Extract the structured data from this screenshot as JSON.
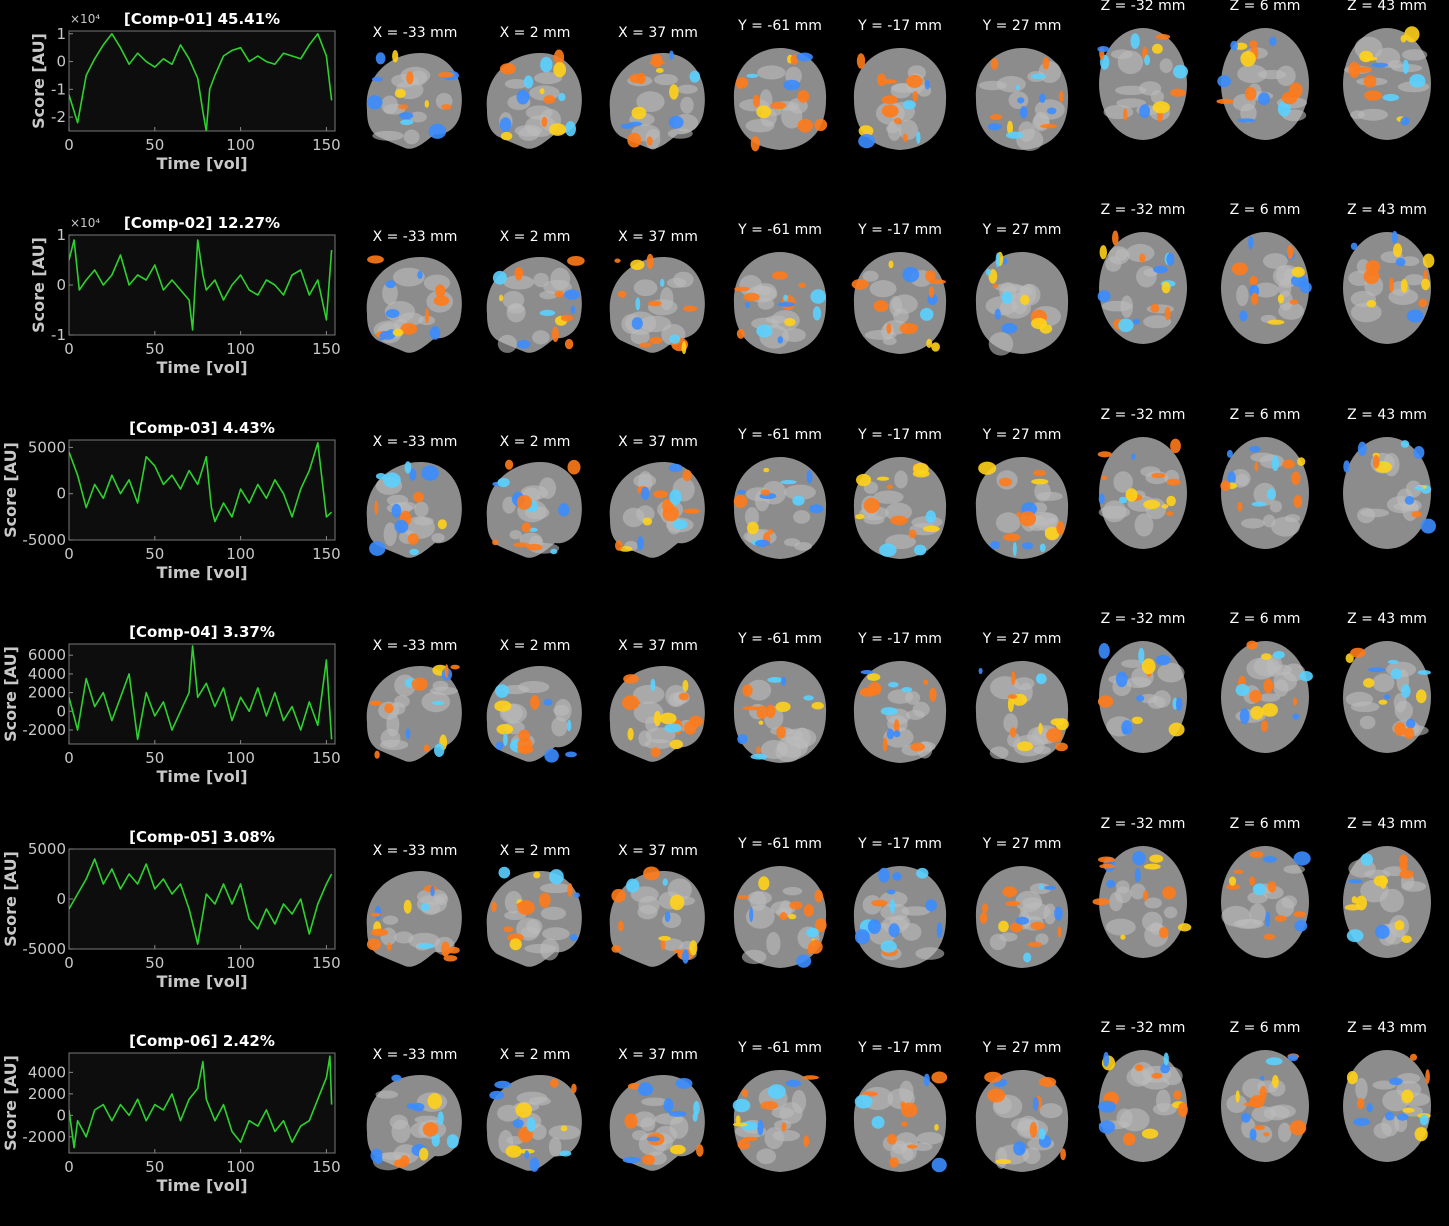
{
  "colors": {
    "background": "#000000",
    "axes_bg": "#0d0d0d",
    "trace": "#2ed12e",
    "text": "#c8c8c8",
    "title": "#ffffff",
    "pos_activation": "#ff7a1a",
    "neg_activation": "#3a8cff"
  },
  "slice_labels": [
    "X = -33 mm",
    "X = 2 mm",
    "X = 37 mm",
    "Y = -61 mm",
    "Y = -17 mm",
    "Y = 27 mm",
    "Z = -32 mm",
    "Z = 6 mm",
    "Z = 43 mm"
  ],
  "chart_data": [
    {
      "type": "line",
      "title": "[Comp-01] 45.41%",
      "xlabel": "Time [vol]",
      "ylabel": "Score [AU]",
      "exponent_label": "×10⁴",
      "xlim": [
        0,
        155
      ],
      "ylim": [
        -2.5,
        1.1
      ],
      "xticks": [
        0,
        50,
        100,
        150
      ],
      "yticks": [
        -2,
        -1,
        0,
        1
      ],
      "ytick_labels": [
        "-2",
        "-1",
        "0",
        "1"
      ],
      "x": [
        0,
        5,
        10,
        15,
        20,
        25,
        30,
        35,
        40,
        45,
        50,
        55,
        60,
        65,
        70,
        75,
        78,
        80,
        82,
        85,
        90,
        95,
        100,
        105,
        110,
        115,
        120,
        125,
        130,
        135,
        140,
        145,
        150,
        153
      ],
      "y": [
        -1.2,
        -2.2,
        -0.5,
        0.1,
        0.6,
        1.0,
        0.5,
        -0.1,
        0.3,
        0.0,
        -0.2,
        0.1,
        -0.1,
        0.6,
        0.1,
        -0.6,
        -1.8,
        -2.5,
        -1.0,
        -0.5,
        0.2,
        0.4,
        0.5,
        0.0,
        0.2,
        0.0,
        -0.1,
        0.3,
        0.2,
        0.1,
        0.6,
        1.0,
        0.2,
        -1.4
      ]
    },
    {
      "type": "line",
      "title": "[Comp-02] 12.27%",
      "xlabel": "Time [vol]",
      "ylabel": "Score [AU]",
      "exponent_label": "×10⁴",
      "xlim": [
        0,
        155
      ],
      "ylim": [
        -1,
        1
      ],
      "xticks": [
        0,
        50,
        100,
        150
      ],
      "yticks": [
        -1,
        0,
        1
      ],
      "ytick_labels": [
        "-1",
        "0",
        "1"
      ],
      "x": [
        0,
        3,
        6,
        10,
        15,
        20,
        25,
        30,
        35,
        40,
        45,
        50,
        55,
        60,
        65,
        70,
        72,
        75,
        78,
        80,
        85,
        90,
        95,
        100,
        105,
        110,
        115,
        120,
        125,
        130,
        135,
        140,
        145,
        150,
        153
      ],
      "y": [
        0.5,
        0.9,
        -0.1,
        0.1,
        0.3,
        0.0,
        0.2,
        0.6,
        0.0,
        0.2,
        0.1,
        0.4,
        -0.1,
        0.1,
        -0.1,
        -0.3,
        -0.9,
        0.9,
        0.2,
        -0.1,
        0.1,
        -0.3,
        0.0,
        0.2,
        -0.1,
        -0.2,
        0.1,
        0.0,
        -0.2,
        0.2,
        0.3,
        -0.2,
        0.1,
        -0.7,
        0.7
      ]
    },
    {
      "type": "line",
      "title": "[Comp-03] 4.43%",
      "xlabel": "Time [vol]",
      "ylabel": "Score [AU]",
      "exponent_label": "",
      "xlim": [
        0,
        155
      ],
      "ylim": [
        -5000,
        5800
      ],
      "xticks": [
        0,
        50,
        100,
        150
      ],
      "yticks": [
        -5000,
        0,
        5000
      ],
      "ytick_labels": [
        "-5000",
        "0",
        "5000"
      ],
      "x": [
        0,
        5,
        10,
        15,
        20,
        25,
        30,
        35,
        40,
        45,
        50,
        55,
        60,
        65,
        70,
        75,
        80,
        83,
        85,
        90,
        95,
        100,
        105,
        110,
        115,
        120,
        125,
        130,
        135,
        140,
        145,
        150,
        153
      ],
      "y": [
        4500,
        2000,
        -1500,
        1000,
        -500,
        2000,
        0,
        1500,
        -1000,
        4000,
        3000,
        1000,
        2000,
        500,
        2500,
        1000,
        4000,
        -1500,
        -3000,
        -1000,
        -2500,
        500,
        -1000,
        1000,
        -500,
        1500,
        0,
        -2500,
        500,
        2500,
        5500,
        -2500,
        -2000
      ]
    },
    {
      "type": "line",
      "title": "[Comp-04] 3.37%",
      "xlabel": "Time [vol]",
      "ylabel": "Score [AU]",
      "exponent_label": "",
      "xlim": [
        0,
        155
      ],
      "ylim": [
        -3500,
        7200
      ],
      "xticks": [
        0,
        50,
        100,
        150
      ],
      "yticks": [
        -2000,
        0,
        2000,
        4000,
        6000
      ],
      "ytick_labels": [
        "-2000",
        "0",
        "2000",
        "4000",
        "6000"
      ],
      "x": [
        0,
        5,
        10,
        15,
        20,
        25,
        30,
        35,
        40,
        45,
        50,
        55,
        60,
        65,
        70,
        72,
        75,
        80,
        85,
        90,
        95,
        100,
        105,
        110,
        115,
        120,
        125,
        130,
        135,
        140,
        145,
        150,
        153
      ],
      "y": [
        1500,
        -2000,
        3500,
        500,
        2000,
        -1000,
        1500,
        4000,
        -3000,
        2000,
        -500,
        1000,
        -2000,
        0,
        2000,
        7000,
        1500,
        3000,
        500,
        2500,
        -1000,
        1500,
        0,
        2500,
        -500,
        2000,
        -1000,
        500,
        -2000,
        1000,
        -1500,
        5500,
        -3000
      ]
    },
    {
      "type": "line",
      "title": "[Comp-05] 3.08%",
      "xlabel": "Time [vol]",
      "ylabel": "Score [AU]",
      "exponent_label": "",
      "xlim": [
        0,
        155
      ],
      "ylim": [
        -5000,
        5000
      ],
      "xticks": [
        0,
        50,
        100,
        150
      ],
      "yticks": [
        -5000,
        0,
        5000
      ],
      "ytick_labels": [
        "-5000",
        "0",
        "5000"
      ],
      "x": [
        0,
        5,
        10,
        15,
        20,
        25,
        30,
        35,
        40,
        45,
        50,
        55,
        60,
        65,
        70,
        75,
        80,
        85,
        90,
        95,
        100,
        105,
        110,
        115,
        120,
        125,
        130,
        135,
        140,
        145,
        150,
        153
      ],
      "y": [
        -1000,
        500,
        2000,
        4000,
        1500,
        3000,
        1000,
        2500,
        1500,
        3500,
        1000,
        2000,
        500,
        1500,
        -1000,
        -4500,
        500,
        -500,
        1500,
        -500,
        1500,
        -2000,
        -3000,
        -1000,
        -2500,
        -500,
        -1500,
        0,
        -3500,
        -500,
        1500,
        2500
      ]
    },
    {
      "type": "line",
      "title": "[Comp-06] 2.42%",
      "xlabel": "Time [vol]",
      "ylabel": "Score [AU]",
      "exponent_label": "",
      "xlim": [
        0,
        155
      ],
      "ylim": [
        -3500,
        5800
      ],
      "xticks": [
        0,
        50,
        100,
        150
      ],
      "yticks": [
        -2000,
        0,
        2000,
        4000
      ],
      "ytick_labels": [
        "-2000",
        "0",
        "2000",
        "4000"
      ],
      "x": [
        0,
        3,
        5,
        10,
        15,
        20,
        25,
        30,
        35,
        40,
        45,
        50,
        55,
        60,
        65,
        70,
        75,
        78,
        80,
        85,
        90,
        95,
        100,
        105,
        110,
        115,
        120,
        125,
        130,
        135,
        140,
        145,
        150,
        152,
        153
      ],
      "y": [
        500,
        -3000,
        -500,
        -2000,
        500,
        1000,
        -500,
        1000,
        0,
        1500,
        -500,
        1000,
        500,
        2000,
        -500,
        1500,
        2500,
        5000,
        1500,
        -500,
        1000,
        -1500,
        -2500,
        -500,
        -1000,
        500,
        -1500,
        -500,
        -2500,
        -1000,
        -500,
        1500,
        3500,
        5500,
        1000
      ]
    }
  ]
}
